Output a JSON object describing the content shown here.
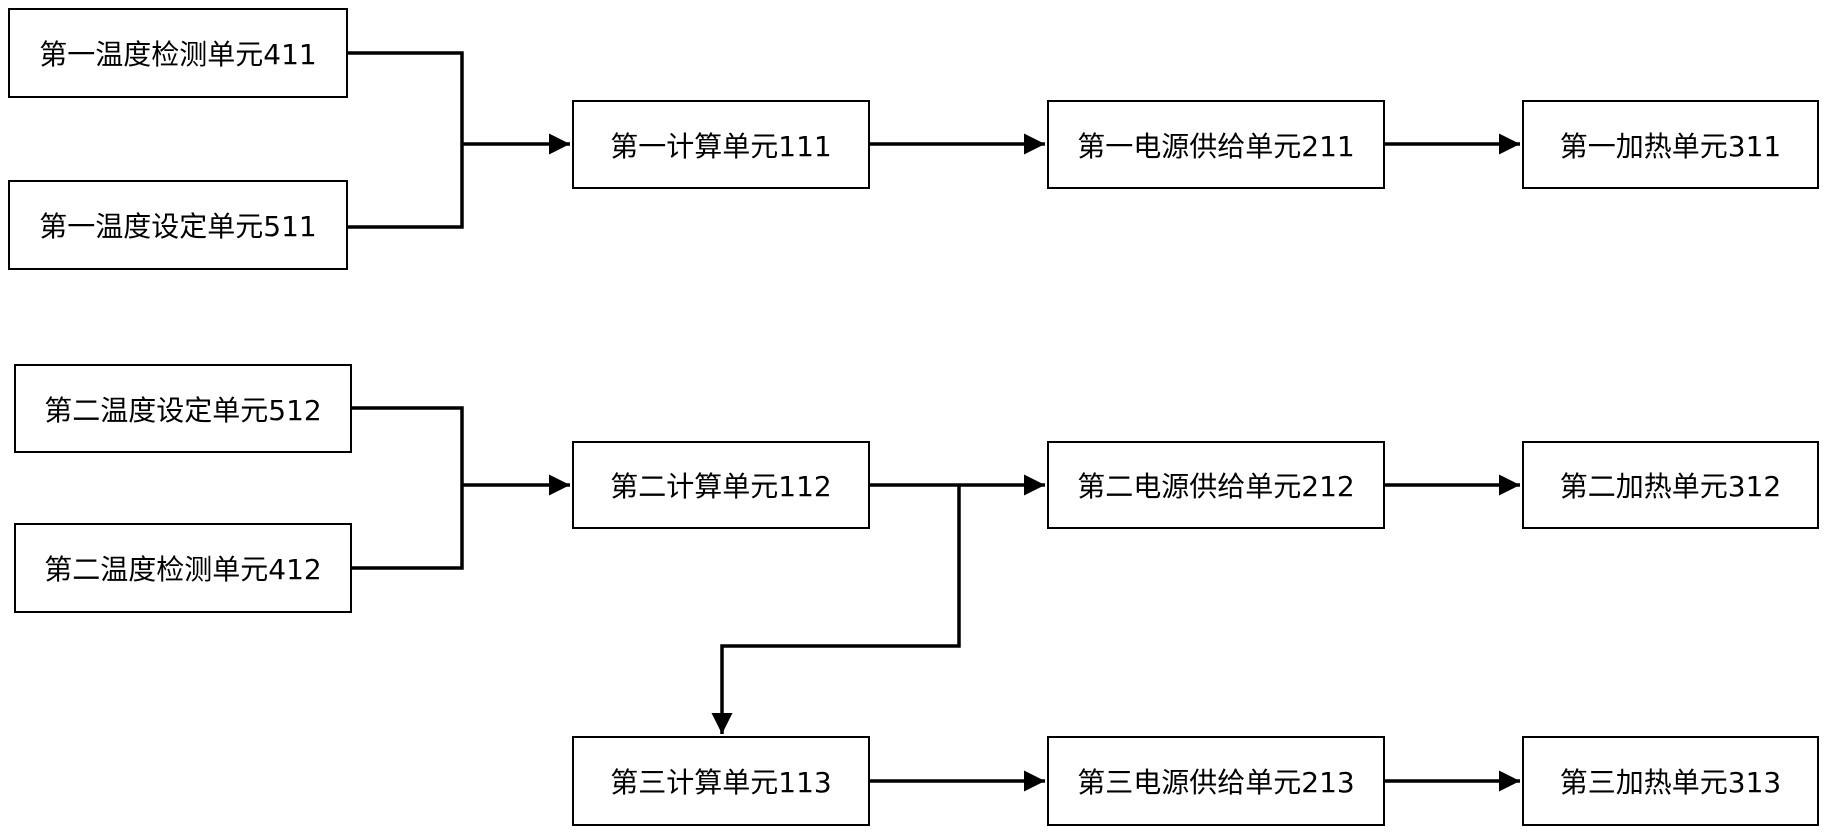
{
  "diagram": {
    "nodes": {
      "temp_detect_1": "第一温度检测单元411",
      "temp_set_1": "第一温度设定单元511",
      "calc_1": "第一计算单元111",
      "power_1": "第一电源供给单元211",
      "heat_1": "第一加热单元311",
      "temp_set_2": "第二温度设定单元512",
      "temp_detect_2": "第二温度检测单元412",
      "calc_2": "第二计算单元112",
      "power_2": "第二电源供给单元212",
      "heat_2": "第二加热单元312",
      "calc_3": "第三计算单元113",
      "power_3": "第三电源供给单元213",
      "heat_3": "第三加热单元313"
    },
    "edges": [
      [
        "temp_detect_1",
        "calc_1"
      ],
      [
        "temp_set_1",
        "calc_1"
      ],
      [
        "calc_1",
        "power_1"
      ],
      [
        "power_1",
        "heat_1"
      ],
      [
        "temp_set_2",
        "calc_2"
      ],
      [
        "temp_detect_2",
        "calc_2"
      ],
      [
        "calc_2",
        "power_2"
      ],
      [
        "power_2",
        "heat_2"
      ],
      [
        "calc_2",
        "calc_3"
      ],
      [
        "calc_3",
        "power_3"
      ],
      [
        "power_3",
        "heat_3"
      ]
    ]
  }
}
